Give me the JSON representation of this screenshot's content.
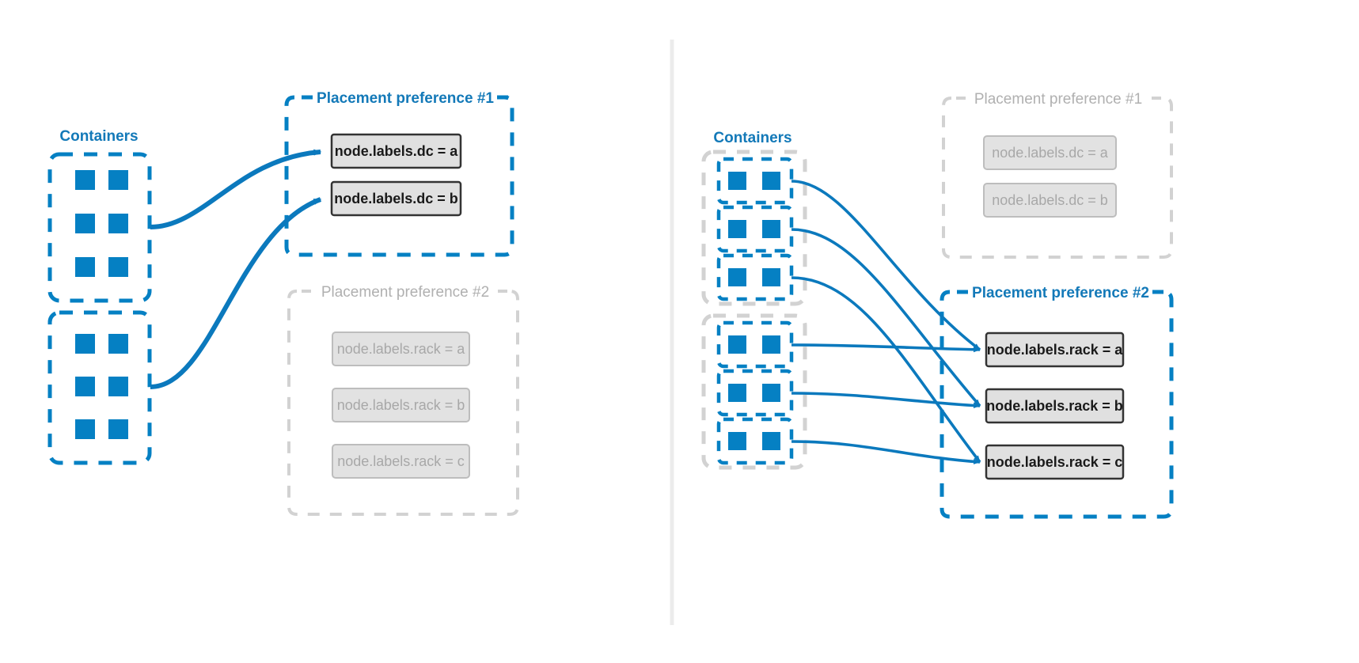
{
  "meta": {
    "divider": {
      "color": "#ececec"
    },
    "colors": {
      "accent_blue": "#0580c3",
      "title_blue": "#1379b8",
      "muted_grey": "#b0b0b0",
      "box_fill": "#e0e0e0",
      "box_fill_muted": "#e2e2e2",
      "box_border_active": "#333333",
      "box_border_muted": "#b8b8b8",
      "dashed_grey": "#d2d2d2",
      "background": "#ffffff"
    }
  },
  "panels": [
    {
      "id": "left",
      "containers": {
        "label": "Containers",
        "groups": [
          {
            "id": "left-group-1",
            "rows": 3,
            "cols": 2,
            "state": "active"
          },
          {
            "id": "left-group-2",
            "rows": 3,
            "cols": 2,
            "state": "active"
          }
        ]
      },
      "preferences": [
        {
          "id": "left-pref-1",
          "title": "Placement preference #1",
          "state": "active",
          "constraints": [
            {
              "label": "node.labels.dc = a",
              "state": "active"
            },
            {
              "label": "node.labels.dc = b",
              "state": "active"
            }
          ]
        },
        {
          "id": "left-pref-2",
          "title": "Placement preference #2",
          "state": "muted",
          "constraints": [
            {
              "label": "node.labels.rack = a",
              "state": "muted"
            },
            {
              "label": "node.labels.rack = b",
              "state": "muted"
            },
            {
              "label": "node.labels.rack = c",
              "state": "muted"
            }
          ]
        }
      ],
      "arrows": [
        {
          "from": "left-group-1",
          "to": "node.labels.dc = a"
        },
        {
          "from": "left-group-2",
          "to": "node.labels.dc = b"
        }
      ]
    },
    {
      "id": "right",
      "containers": {
        "label": "Containers",
        "groups": [
          {
            "id": "right-group-1",
            "state": "muted-outline",
            "subgroups": [
              {
                "id": "right-sub-1",
                "cols": 2,
                "state": "active"
              },
              {
                "id": "right-sub-2",
                "cols": 2,
                "state": "active"
              },
              {
                "id": "right-sub-3",
                "cols": 2,
                "state": "active"
              }
            ]
          },
          {
            "id": "right-group-2",
            "state": "muted-outline",
            "subgroups": [
              {
                "id": "right-sub-4",
                "cols": 2,
                "state": "active"
              },
              {
                "id": "right-sub-5",
                "cols": 2,
                "state": "active"
              },
              {
                "id": "right-sub-6",
                "cols": 2,
                "state": "active"
              }
            ]
          }
        ]
      },
      "preferences": [
        {
          "id": "right-pref-1",
          "title": "Placement preference #1",
          "state": "muted",
          "constraints": [
            {
              "label": "node.labels.dc = a",
              "state": "muted"
            },
            {
              "label": "node.labels.dc = b",
              "state": "muted"
            }
          ]
        },
        {
          "id": "right-pref-2",
          "title": "Placement preference #2",
          "state": "active",
          "constraints": [
            {
              "label": "node.labels.rack = a",
              "state": "active"
            },
            {
              "label": "node.labels.rack = b",
              "state": "active"
            },
            {
              "label": "node.labels.rack = c",
              "state": "active"
            }
          ]
        }
      ],
      "arrows": [
        {
          "from": "right-sub-1",
          "to": "node.labels.rack = b"
        },
        {
          "from": "right-sub-2",
          "to": "node.labels.rack = a"
        },
        {
          "from": "right-sub-3",
          "to": "node.labels.rack = c"
        },
        {
          "from": "right-sub-4",
          "to": "node.labels.rack = a"
        },
        {
          "from": "right-sub-5",
          "to": "node.labels.rack = b"
        },
        {
          "from": "right-sub-6",
          "to": "node.labels.rack = c"
        }
      ]
    }
  ]
}
